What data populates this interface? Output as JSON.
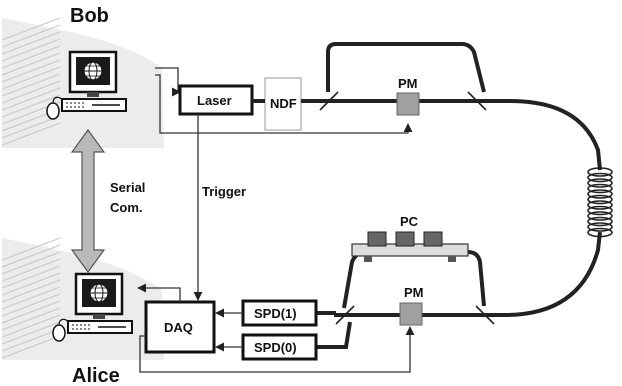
{
  "parties": {
    "bob": "Bob",
    "alice": "Alice"
  },
  "link": {
    "serial_line1": "Serial",
    "serial_line2": "Com."
  },
  "components": {
    "laser": "Laser",
    "ndf": "NDF",
    "pm_top": "PM",
    "pm_bottom": "PM",
    "pc": "PC",
    "trigger": "Trigger",
    "daq": "DAQ",
    "spd1": "SPD(1)",
    "spd0": "SPD(0)"
  },
  "icons": {
    "computer": "desktop-computer-icon",
    "globe": "globe-icon",
    "mouse": "mouse-icon"
  },
  "colors": {
    "fiber": "#222222",
    "pm_fill": "#a0a0a0",
    "serial_arrow": "#b9b9b9",
    "hatch": "#c8c8c8"
  }
}
